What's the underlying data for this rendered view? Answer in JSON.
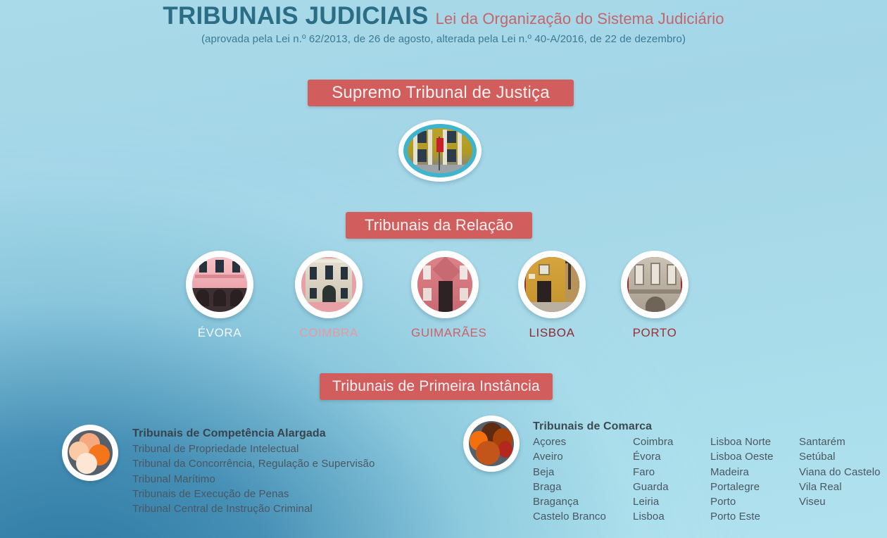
{
  "header": {
    "title_main": "TRIBUNAIS JUDICIAIS",
    "title_sub": "Lei da Organização do Sistema Judiciário",
    "title_note": "(aprovada pela Lei n.º 62/2013, de 26 de agosto, alterada pela Lei n.º 40-A/2016, de 22 de dezembro)"
  },
  "banners": {
    "supreme": "Supremo Tribunal de Justiça",
    "relacao": "Tribunais da Relação",
    "primeira": "Tribunais de Primeira Instância"
  },
  "relacao_courts": [
    {
      "label": "ÉVORA",
      "ring": "#f0c9cc",
      "label_color": "#f2f7f8"
    },
    {
      "label": "COIMBRA",
      "ring": "#e8a0a6",
      "label_color": "#e79aa0"
    },
    {
      "label": "GUIMARÃES",
      "ring": "#d8767c",
      "label_color": "#cf6066"
    },
    {
      "label": "LISBOA",
      "ring": "#a62b2b",
      "label_color": "#8e2b2f"
    },
    {
      "label": "PORTO",
      "ring": "#b22222",
      "label_color": "#a03034"
    }
  ],
  "competencia_alargada": {
    "heading": "Tribunais de Competência Alargada",
    "items": [
      "Tribunal de Propriedade Intelectual",
      "Tribunal da Concorrência, Regulação e Supervisão",
      "Tribunal Marítimo",
      "Tribunais de Execução de Penas",
      "Tribunal Central de Instrução Criminal"
    ]
  },
  "comarca": {
    "heading": "Tribunais de Comarca",
    "columns": [
      [
        "Açores",
        "Aveiro",
        "Beja",
        "Braga",
        "Bragança",
        "Castelo Branco"
      ],
      [
        "Coimbra",
        "Évora",
        "Faro",
        "Guarda",
        "Leiria",
        "Lisboa"
      ],
      [
        "Lisboa Norte",
        "Lisboa Oeste",
        "Madeira",
        "Portalegre",
        "Porto",
        "Porto Este"
      ],
      [
        "Santarém",
        "Setúbal",
        "Viana do Castelo",
        "Vila Real",
        "Viseu"
      ]
    ]
  },
  "colors": {
    "banner_red": "#d15d5d",
    "title_teal": "#2a6d85",
    "subtitle_rose": "#c4666b",
    "bg_light": "#a9dae9",
    "bg_deep": "#2673a0"
  }
}
